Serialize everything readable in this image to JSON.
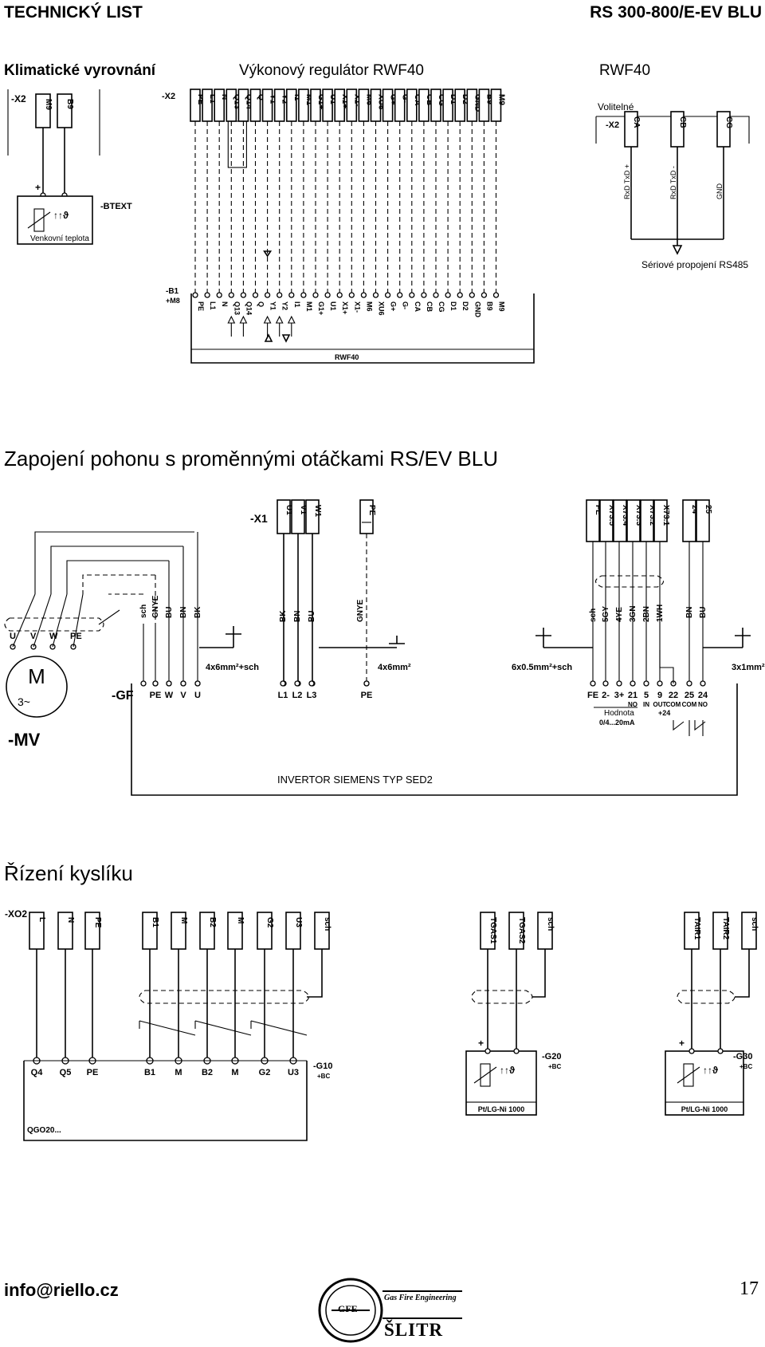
{
  "header": {
    "left": "TECHNICKÝ LIST",
    "right": "RS 300-800/E-EV BLU"
  },
  "section1": {
    "sub_left": "Klimatické vyrovnání",
    "sub_center": "Výkonový regulátor RWF40",
    "sub_right": "RWF40",
    "connector_x2": "-X2",
    "sensor_terms": [
      "M9",
      "B9"
    ],
    "sensor_name": "-BTEXT",
    "sensor_caption": "Venkovní teplota",
    "rwf_terms": [
      "PE",
      "L1",
      "N",
      "Q13",
      "Q14",
      "Q",
      "Y1",
      "Y2",
      "I1",
      "M1",
      "G1+",
      "U1",
      "X1+",
      "X1-",
      "M6",
      "XU6",
      "G+",
      "G-",
      "CA",
      "CB",
      "CG",
      "D1",
      "D2",
      "GND",
      "B9",
      "M9"
    ],
    "rwf_device": "-B1\n+M8",
    "rwf_label": "RWF40",
    "optional_title": "Volitelné",
    "optional_terms": [
      "CA",
      "CB",
      "CG"
    ],
    "optional_signals": [
      "RxD TxD +",
      "RxD TxD -",
      "GND"
    ],
    "serial_label": "Sériové propojení RS485"
  },
  "section2": {
    "title": "Zapojení pohonu s proměnnými otáčkami RS/EV BLU",
    "x1": "-X1",
    "x1_terms": [
      "U1",
      "V1",
      "W1"
    ],
    "pe_term": "PE",
    "x73_terms": [
      "FE",
      "X73.5",
      "X73.4",
      "X73.3",
      "X73.2",
      "X73.1"
    ],
    "x24_terms": [
      "24",
      "25"
    ],
    "motor_terms": [
      "U",
      "V",
      "W",
      "PE"
    ],
    "motor_name": "-MV",
    "motor_symbol": "M",
    "motor_sub": "3~",
    "cable1_cores": [
      "sch",
      "GNYE",
      "BU",
      "BN",
      "BK"
    ],
    "cable1_spec": "4x6mm²+sch",
    "cable2_cores": [
      "BK",
      "BN",
      "BU",
      "GNYE"
    ],
    "cable2_spec": "4x6mm²",
    "cable3_cores": [
      "sch",
      "5GY",
      "4YE",
      "3GN",
      "2BN",
      "1WH"
    ],
    "cable3_spec": "6x0.5mm²+sch",
    "cable4_cores": [
      "BN",
      "BU"
    ],
    "cable4_spec": "3x1mm²",
    "gf_name": "-GF",
    "gf_terms": [
      "PE",
      "W",
      "V",
      "U",
      "L1",
      "L2",
      "L3",
      "PE",
      "FE",
      "2-",
      "3+",
      "21",
      "5",
      "9",
      "22",
      "25",
      "24"
    ],
    "gf_sub": [
      "NO",
      "IN",
      "OUT",
      "COM",
      "COM",
      "NO"
    ],
    "gf_hodnota": "Hodnota",
    "gf_range": "0/4...20mA",
    "gf_24": "+24",
    "inverter_label": "INVERTOR SIEMENS TYP SED2"
  },
  "section3": {
    "title": "Řízení kyslíku",
    "xo2": "-XO2",
    "xo2_terms": [
      "L",
      "N",
      "PE",
      "B1",
      "M",
      "B2",
      "M",
      "G2",
      "U3",
      "sch"
    ],
    "tgas_terms": [
      "TGAS1",
      "TGAS2",
      "sch"
    ],
    "tair_terms": [
      "TAIR1",
      "TAIR2",
      "sch"
    ],
    "g10_terms": [
      "Q4",
      "Q5",
      "PE",
      "B1",
      "M",
      "B2",
      "M",
      "G2",
      "U3"
    ],
    "g10_name": "-G10\n+BC",
    "g10_device": "QGO20...",
    "g20_name": "-G20\n+BC",
    "g30_name": "-G30\n+BC",
    "probe_label": "Pt/LG-Ni 1000"
  },
  "footer": {
    "email": "info@riello.cz",
    "logo_line1": "Gas Fire Engineering",
    "logo_line2": "ŠLITR",
    "logo_badge": "GFE",
    "page": "17"
  }
}
